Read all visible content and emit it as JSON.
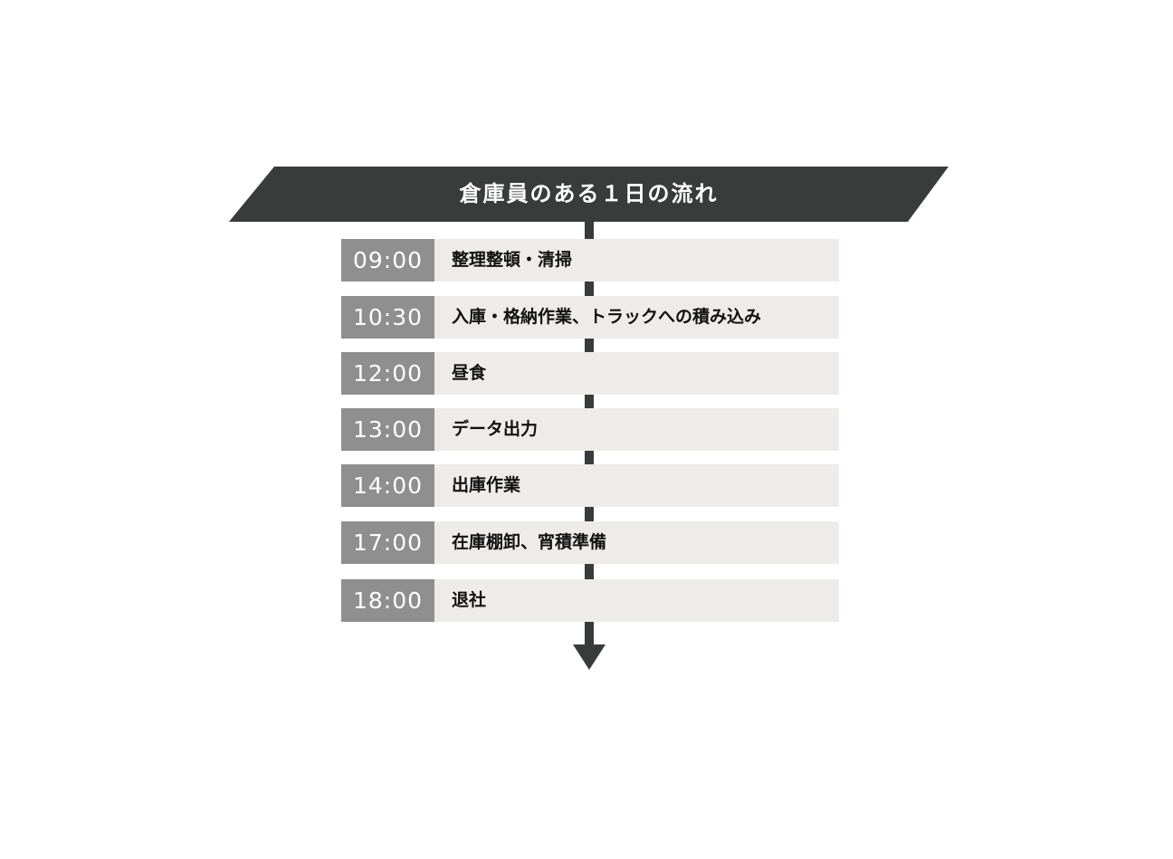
{
  "title": "倉庫員のある１日の流れ",
  "schedule": [
    {
      "time": "09:00",
      "task": "整理整頓・清掃"
    },
    {
      "time": "10:30",
      "task": "入庫・格納作業、トラックへの積み込み"
    },
    {
      "time": "12:00",
      "task": "昼食"
    },
    {
      "time": "13:00",
      "task": "データ出力"
    },
    {
      "time": "14:00",
      "task": "出庫作業"
    },
    {
      "time": "17:00",
      "task": "在庫棚卸、宵積準備"
    },
    {
      "time": "18:00",
      "task": "退社"
    }
  ],
  "colors": {
    "banner": "#3a3b3b",
    "time_box": "#8f8f8f",
    "task_box": "#edecea",
    "axis": "#3a3b3b"
  }
}
